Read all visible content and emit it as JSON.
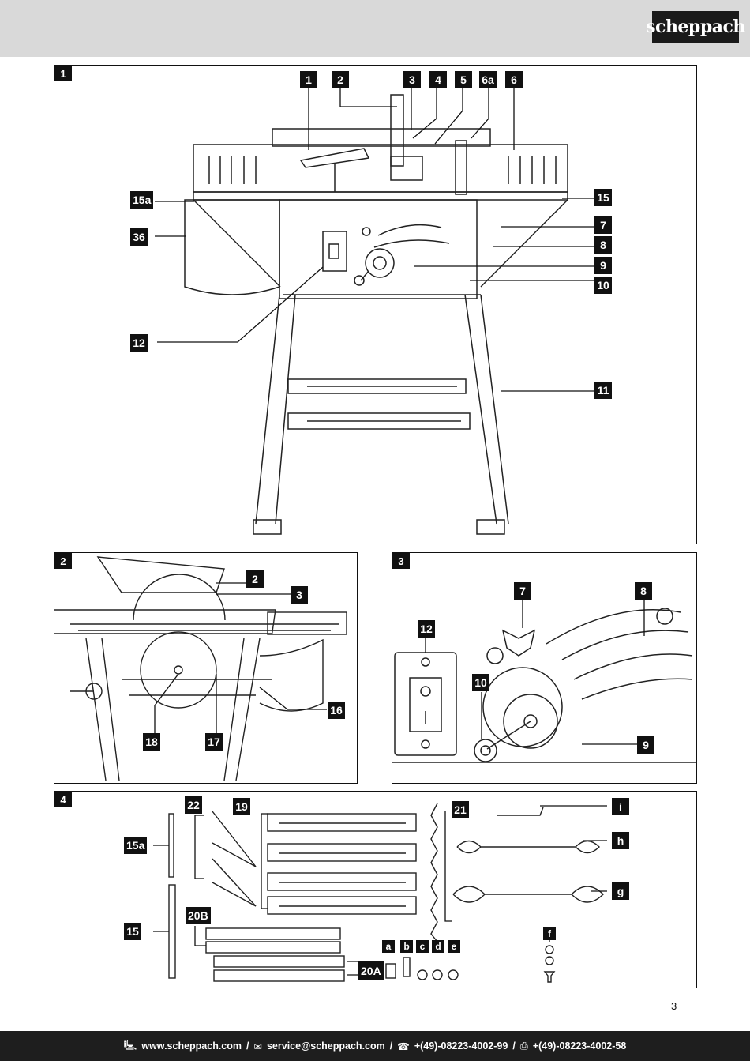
{
  "brand": "scheppach",
  "panels": [
    {
      "number": "1",
      "labels": [
        "1",
        "2",
        "3",
        "4",
        "5",
        "6a",
        "6",
        "15a",
        "15",
        "7",
        "8",
        "36",
        "9",
        "10",
        "12",
        "11"
      ]
    },
    {
      "number": "2",
      "labels": [
        "2",
        "3",
        "16",
        "18",
        "17"
      ]
    },
    {
      "number": "3",
      "labels": [
        "7",
        "8",
        "12",
        "10",
        "9"
      ]
    },
    {
      "number": "4",
      "labels": [
        "22",
        "19",
        "21",
        "i",
        "15a",
        "h",
        "g",
        "15",
        "20B",
        "f",
        "a",
        "b",
        "c",
        "d",
        "e",
        "20A"
      ]
    }
  ],
  "page_number": "3",
  "footer": {
    "website": "www.scheppach.com",
    "separator": "/",
    "email": "service@scheppach.com",
    "phone": "+(49)-08223-4002-99",
    "fax": "+(49)-08223-4002-58"
  }
}
